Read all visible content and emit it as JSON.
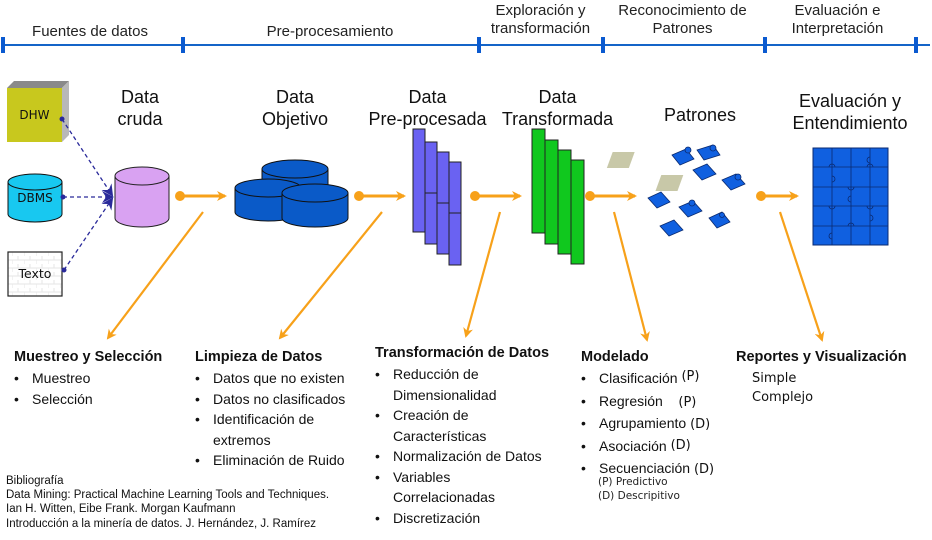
{
  "phases": [
    {
      "label": "Fuentes de datos"
    },
    {
      "label": "Pre-procesamiento"
    },
    {
      "label": "Exploración y transformación"
    },
    {
      "label": "Reconocimiento de Patrones"
    },
    {
      "label": "Evaluación e Interpretación"
    }
  ],
  "sources": {
    "dhw": "DHW",
    "dbms": "DBMS",
    "texto": "Texto"
  },
  "stages": {
    "raw": {
      "line1": "Data",
      "line2": "cruda"
    },
    "target": {
      "line1": "Data",
      "line2": "Objetivo"
    },
    "preprocessed": {
      "line1": "Data",
      "line2": "Pre-procesada"
    },
    "transformed": {
      "line1": "Data",
      "line2": "Transformada"
    },
    "patterns": {
      "line1": "Patrones"
    },
    "evaluation": {
      "line1": "Evaluación y",
      "line2": "Entendimiento"
    }
  },
  "boxes": {
    "sampling": {
      "title": "Muestreo y Selección",
      "items": [
        "Muestreo",
        "Selección"
      ]
    },
    "cleaning": {
      "title": "Limpieza de Datos",
      "items": [
        "Datos que no existen",
        "Datos no clasificados",
        "Identificación de extremos",
        "Eliminación de Ruido"
      ]
    },
    "transformation": {
      "title": "Transformación de Datos",
      "items": [
        "Reducción de Dimensionalidad",
        "Creación de Características",
        "Normalización de Datos",
        "Variables Correlacionadas",
        "Discretización"
      ]
    },
    "modeling": {
      "title": "Modelado",
      "items": [
        {
          "label": "Clasificación",
          "tag": "(P)"
        },
        {
          "label": "Regresión",
          "tag": "(P)"
        },
        {
          "label": "Agrupamiento",
          "tag": "(D)"
        },
        {
          "label": "Asociación",
          "tag": "(D)"
        },
        {
          "label": "Secuenciación",
          "tag": "(D)"
        }
      ],
      "legend": [
        "(P) Predictivo",
        "(D) Descripitivo"
      ]
    },
    "reports": {
      "title": "Reportes y Visualización",
      "items": [
        "Simple",
        "Complejo"
      ]
    }
  },
  "bibliography": {
    "title": "Bibliografía",
    "lines": [
      "Data Mining: Practical Machine Learning Tools and Techniques.",
      "Ian H. Witten, Eibe Frank. Morgan Kaufmann",
      "Introducción a la minería de datos. J. Hernández, J. Ramírez"
    ]
  },
  "colors": {
    "timeline": "#1464c8",
    "arrow": "#f7a11a",
    "dhw": "#c8c81e",
    "dbms": "#18c8f0",
    "raw": "#d9a2f2",
    "target": "#0a5ac8",
    "preprocessed": "#6a62f2",
    "transformed": "#10c81e",
    "puzzle": "#1060e0",
    "dashed": "#2a2a9a"
  }
}
